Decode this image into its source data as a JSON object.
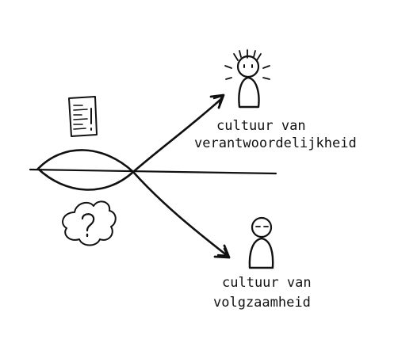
{
  "labels": {
    "top_line1": "cultuur van",
    "top_line2": "verantwoordelijkheid",
    "bottom_line1": "cultuur van",
    "bottom_line2": "volgzaamheid"
  },
  "icons": {
    "document": "document-icon",
    "thought_cloud": "question-cloud-icon",
    "happy_person": "happy-person-icon",
    "sleepy_person": "sleepy-person-icon"
  },
  "colors": {
    "ink": "#111111",
    "background": "#ffffff"
  }
}
